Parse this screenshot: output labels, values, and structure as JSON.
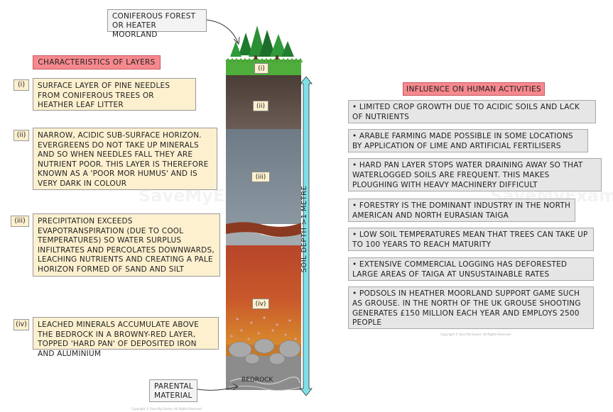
{
  "top_callout": "CONIFEROUS FOREST\nOR HEATER MOORLAND",
  "left_header": "CHARACTERISTICS OF LAYERS",
  "layers": [
    {
      "tag": "(i)",
      "text": "SURFACE LAYER OF PINE NEEDLES FROM CONIFEROUS TREES OR HEATHER LEAF LITTER"
    },
    {
      "tag": "(ii)",
      "text": "NARROW, ACIDIC SUB-SURFACE HORIZON. EVERGREENS DO NOT TAKE UP MINERALS AND SO WHEN NEEDLES FALL THEY ARE NUTRIENT POOR. THIS LAYER IS THEREFORE KNOWN AS A 'POOR MOR HUMUS' AND IS VERY DARK IN COLOUR"
    },
    {
      "tag": "(iii)",
      "text": "PRECIPITATION EXCEEDS EVAPOTRANSPIRATION (DUE TO COOL TEMPERATURES) SO WATER SURPLUS INFILTRATES AND PERCOLATES DOWNWARDS, LEACHING NUTRIENTS AND CREATING A PALE HORIZON FORMED OF SAND AND SILT"
    },
    {
      "tag": "(iv)",
      "text": "LEACHED MINERALS ACCUMULATE ABOVE THE BEDROCK IN A BROWNY-RED LAYER, TOPPED 'HARD PAN' OF DEPOSITED IRON AND ALUMINIUM"
    }
  ],
  "profile_labels": {
    "l1": "(i)",
    "l2": "(ii)",
    "l3": "(iii)",
    "l4": "(iv)",
    "bedrock": "BEDROCK"
  },
  "depth_label": "SOIL DEPTH >1 METRE",
  "parental": "PARENTAL\nMATERIAL",
  "right_header": "INFLUENCE ON HUMAN ACTIVITIES",
  "influences": [
    "• LIMITED CROP GROWTH DUE TO ACIDIC SOILS AND LACK OF NUTRIENTS",
    "• ARABLE FARMING MADE POSSIBLE IN SOME LOCATIONS BY APPLICATION OF LIME AND ARTIFICIAL FERTILISERS",
    "• HARD PAN LAYER STOPS WATER DRAINING AWAY SO THAT WATERLOGGED SOILS ARE FREQUENT. THIS MAKES PLOUGHING WITH HEAVY MACHINERY DIFFICULT",
    "• FORESTRY IS THE DOMINANT INDUSTRY IN THE NORTH AMERICAN AND NORTH EURASIAN TAIGA",
    "• LOW SOIL TEMPERATURES MEAN THAT TREES CAN TAKE UP TO 100 YEARS TO REACH MATURITY",
    "• EXTENSIVE COMMERCIAL LOGGING HAS DEFORESTED LARGE AREAS OF TAIGA AT UNSUSTAINABLE RATES",
    "• PODSOLS IN HEATHER MOORLAND SUPPORT GAME SUCH AS GROUSE. IN THE NORTH OF THE UK GROUSE SHOOTING GENERATES £150 MILLION EACH YEAR AND EMPLOYS 2500 PEOPLE"
  ],
  "watermark": "SaveMyExams",
  "copyright": "Copyright © Save My Exams. All Rights Reserved",
  "colors": {
    "header": "#f7898e",
    "layer_box": "#fdf0cf",
    "influence_box": "#e6e6e6",
    "depth_arrow": "#7fe0e8"
  }
}
